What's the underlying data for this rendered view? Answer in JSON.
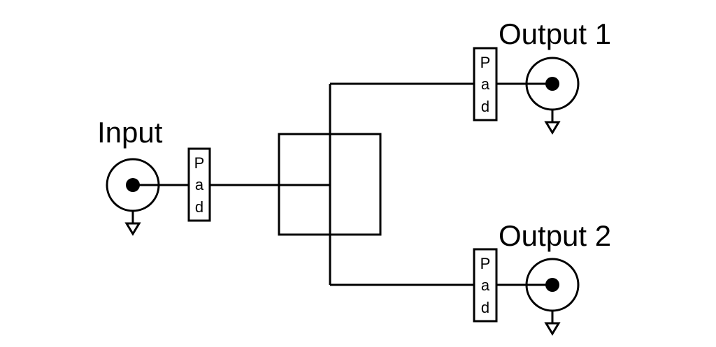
{
  "labels": {
    "input": "Input",
    "output1": "Output 1",
    "output2": "Output 2"
  },
  "pad": {
    "letters": [
      "P",
      "a",
      "d"
    ]
  },
  "colors": {
    "stroke": "#000000",
    "background": "#ffffff"
  },
  "icons": [
    "coaxial-connector-icon",
    "ground-symbol-icon"
  ]
}
